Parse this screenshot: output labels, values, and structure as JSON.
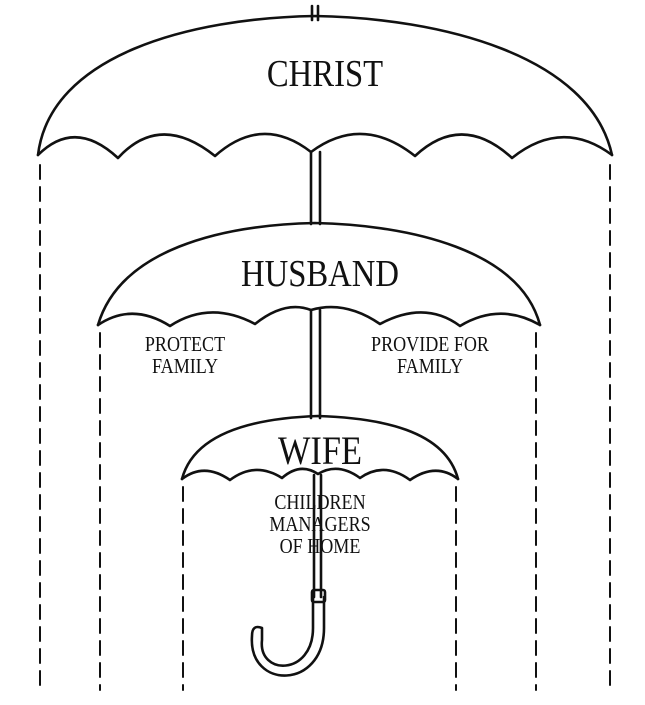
{
  "umbrellas": {
    "outer": {
      "label": "CHRIST"
    },
    "middle": {
      "label": "HUSBAND",
      "left_text": "PROTECT\nFAMILY",
      "right_text": "PROVIDE FOR\nFAMILY"
    },
    "inner": {
      "label": "WIFE",
      "center_text": "CHILDREN\nMANAGERS\nOF HOME"
    }
  },
  "colors": {
    "ink": "#111111",
    "background": "#ffffff"
  }
}
